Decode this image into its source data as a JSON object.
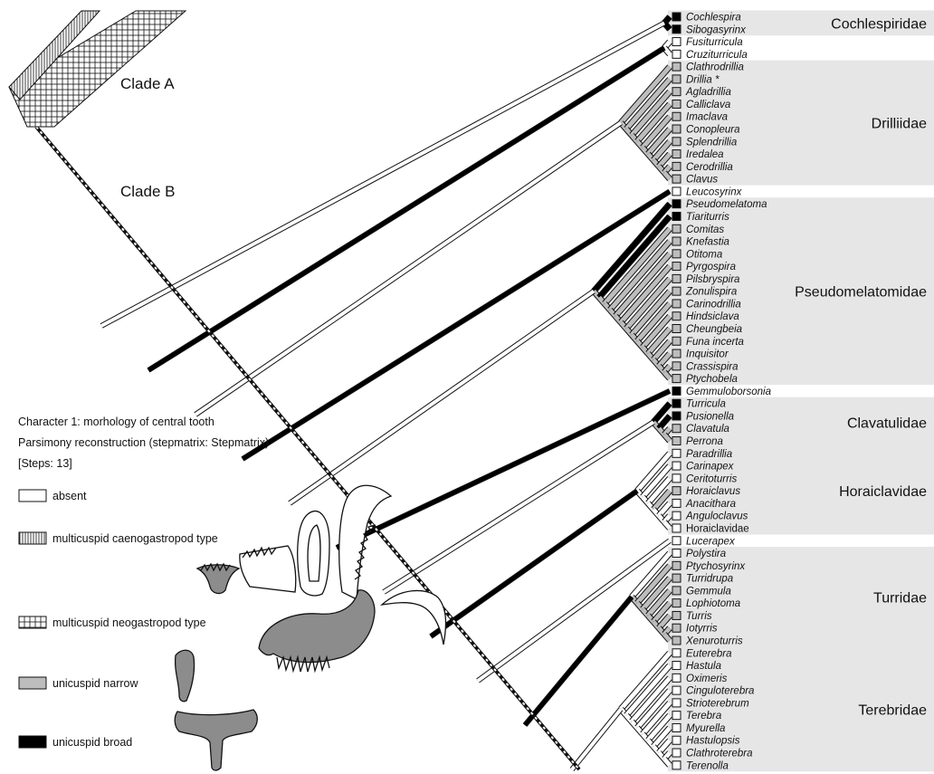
{
  "clades": {
    "a": "Clade A",
    "b": "Clade B"
  },
  "legend": {
    "title_line1": "Character  1: morhology of central tooth",
    "title_line2": "Parsimony reconstruction (stepmatrix: Stepmatrix)",
    "title_line3": "[Steps: 13]",
    "states": [
      {
        "key": "absent",
        "label": "absent",
        "fill": "#ffffff",
        "pattern": "none"
      },
      {
        "key": "caeno",
        "label": "multicuspid caenogastropod type",
        "fill": "#ffffff",
        "pattern": "vertical-hatch"
      },
      {
        "key": "neo",
        "label": "multicuspid neogastropod type",
        "fill": "#ffffff",
        "pattern": "grid"
      },
      {
        "key": "narrow",
        "label": "unicuspid narrow",
        "fill": "#bdbdbd",
        "pattern": "none"
      },
      {
        "key": "broad",
        "label": "unicuspid broad",
        "fill": "#000000",
        "pattern": "none"
      }
    ]
  },
  "colors": {
    "shade": "#e6e6e6",
    "narrow": "#bdbdbd",
    "broad": "#000000",
    "line": "#111111"
  },
  "families": [
    {
      "name": "Cochlespiridae",
      "first": 0,
      "last": 1
    },
    {
      "name": "Drilliidae",
      "first": 4,
      "last": 13
    },
    {
      "name": "Pseudomelatomidae",
      "first": 15,
      "last": 29
    },
    {
      "name": "Clavatulidae",
      "first": 31,
      "last": 34
    },
    {
      "name": "Horaiclavidae",
      "first": 35,
      "last": 41
    },
    {
      "name": "Turridae",
      "first": 43,
      "last": 50
    },
    {
      "name": "Terebridae",
      "first": 51,
      "last": 60
    }
  ],
  "taxa": [
    {
      "name": "Cochlespira",
      "state": "broad"
    },
    {
      "name": "Sibogasyrinx",
      "state": "broad"
    },
    {
      "name": "Fusiturricula",
      "state": "absent"
    },
    {
      "name": "Cruziturricula",
      "state": "absent"
    },
    {
      "name": "Clathrodrillia",
      "state": "narrow"
    },
    {
      "name": "Drillia *",
      "state": "narrow"
    },
    {
      "name": "Agladrillia",
      "state": "narrow"
    },
    {
      "name": "Calliclava",
      "state": "narrow"
    },
    {
      "name": "Imaclava",
      "state": "narrow"
    },
    {
      "name": "Conopleura",
      "state": "narrow"
    },
    {
      "name": "Splendrillia",
      "state": "narrow"
    },
    {
      "name": "Iredalea",
      "state": "narrow"
    },
    {
      "name": "Cerodrillia",
      "state": "narrow"
    },
    {
      "name": "Clavus",
      "state": "narrow"
    },
    {
      "name": "Leucosyrinx",
      "state": "absent"
    },
    {
      "name": "Pseudomelatoma",
      "state": "broad"
    },
    {
      "name": "Tiariturris",
      "state": "broad"
    },
    {
      "name": "Comitas",
      "state": "narrow"
    },
    {
      "name": "Knefastia",
      "state": "narrow"
    },
    {
      "name": "Otitoma",
      "state": "narrow"
    },
    {
      "name": "Pyrgospira",
      "state": "narrow"
    },
    {
      "name": "Pilsbryspira",
      "state": "narrow"
    },
    {
      "name": "Zonulispira",
      "state": "narrow"
    },
    {
      "name": "Carinodrillia",
      "state": "narrow"
    },
    {
      "name": "Hindsiclava",
      "state": "narrow"
    },
    {
      "name": "Cheungbeia",
      "state": "narrow"
    },
    {
      "name": "Funa incerta",
      "state": "narrow"
    },
    {
      "name": "Inquisitor",
      "state": "narrow"
    },
    {
      "name": "Crassispira",
      "state": "narrow"
    },
    {
      "name": "Ptychobela",
      "state": "narrow"
    },
    {
      "name": "Gemmuloborsonia",
      "state": "broad"
    },
    {
      "name": "Turricula",
      "state": "broad"
    },
    {
      "name": "Pusionella",
      "state": "broad"
    },
    {
      "name": "Clavatula",
      "state": "narrow"
    },
    {
      "name": "Perrona",
      "state": "narrow"
    },
    {
      "name": "Paradrillia",
      "state": "absent"
    },
    {
      "name": "Carinapex",
      "state": "absent"
    },
    {
      "name": "Ceritoturris",
      "state": "absent"
    },
    {
      "name": "Horaiclavus",
      "state": "narrow"
    },
    {
      "name": "Anacithara",
      "state": "absent"
    },
    {
      "name": "Anguloclavus",
      "state": "absent"
    },
    {
      "name": "Horaiclavidae",
      "state": "absent",
      "upright": true
    },
    {
      "name": "Lucerapex",
      "state": "absent"
    },
    {
      "name": "Polystira",
      "state": "absent"
    },
    {
      "name": "Ptychosyrinx",
      "state": "narrow"
    },
    {
      "name": "Turridrupa",
      "state": "narrow"
    },
    {
      "name": "Gemmula",
      "state": "narrow"
    },
    {
      "name": "Lophiotoma",
      "state": "narrow"
    },
    {
      "name": "Turris",
      "state": "narrow"
    },
    {
      "name": "Iotyrris",
      "state": "narrow"
    },
    {
      "name": "Xenuroturris",
      "state": "narrow"
    },
    {
      "name": "Euterebra",
      "state": "absent"
    },
    {
      "name": "Hastula",
      "state": "absent"
    },
    {
      "name": "Oximeris",
      "state": "absent"
    },
    {
      "name": "Cingulоterebra",
      "state": "absent"
    },
    {
      "name": "Strioterebrum",
      "state": "absent"
    },
    {
      "name": "Terebra",
      "state": "absent"
    },
    {
      "name": "Myurella",
      "state": "absent"
    },
    {
      "name": "Hastulopsis",
      "state": "absent"
    },
    {
      "name": "Clathroterebra",
      "state": "absent"
    },
    {
      "name": "Terenolla",
      "state": "absent"
    }
  ]
}
